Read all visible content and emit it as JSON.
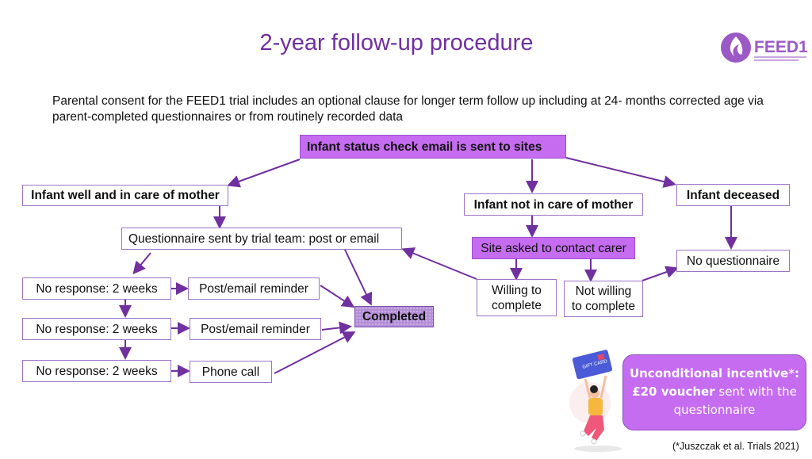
{
  "title": "2-year follow-up procedure",
  "intro": "Parental consent for the FEED1 trial includes an optional clause for longer term follow up including at 24- months corrected age via parent-completed questionnaires or from routinely recorded data",
  "logo": {
    "brand": "FEED1",
    "icon": "feed1-logo-icon"
  },
  "nodes": {
    "status_check": "Infant status check email is sent to sites",
    "well_with_mother": "Infant well and in care of mother",
    "not_with_mother": "Infant not in care of mother",
    "deceased": "Infant deceased",
    "questionnaire_sent": "Questionnaire sent by trial team: post or email",
    "site_contact": "Site asked to contact carer",
    "no_questionnaire": "No questionnaire",
    "no_response_1": "No response: 2 weeks",
    "no_response_2": "No response: 2 weeks",
    "no_response_3": "No response: 2 weeks",
    "reminder_1": "Post/email reminder",
    "reminder_2": "Post/email reminder",
    "phone_call": "Phone call",
    "completed": "Completed",
    "willing": "Willing to complete",
    "not_willing": "Not willing to complete"
  },
  "incentive": {
    "label": "Unconditional incentive",
    "asterisk": "*",
    "colon": ":",
    "amount": "£20 voucher",
    "rest": " sent with the questionnaire",
    "illustration": "gift-card-person-icon",
    "card_text": "GIFT CARD"
  },
  "citation": "(*Juszczak et al. Trials 2021)",
  "colors": {
    "accent": "#7030a0",
    "box_border": "#9d74c6",
    "highlight": "#c56cf0",
    "completed": "#b58fd8"
  }
}
